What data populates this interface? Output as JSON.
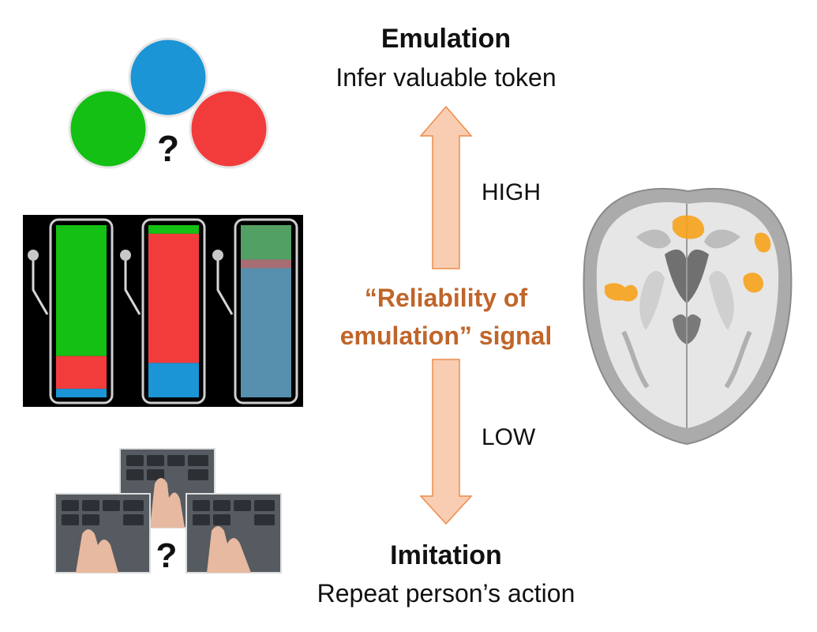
{
  "top": {
    "title": "Emulation",
    "subtitle": "Infer valuable token"
  },
  "bottom": {
    "title": "Imitation",
    "subtitle": "Repeat person’s action"
  },
  "levels": {
    "high": "HIGH",
    "low": "LOW"
  },
  "signal": {
    "line1": "“Reliability of",
    "line2": "emulation” signal"
  },
  "tokens": {
    "colors": {
      "blue": "#1b95d6",
      "green": "#13c013",
      "red": "#f23c3c"
    },
    "question_mark": "?"
  },
  "slot_machines": [
    {
      "green": 0.76,
      "red": 0.19,
      "blue": 0.05
    },
    {
      "green": 0.05,
      "red": 0.75,
      "blue": 0.2
    },
    {
      "green": 0.2,
      "red": 0.05,
      "blue": 0.75,
      "dimmed": true
    }
  ],
  "hands": {
    "question_mark": "?"
  },
  "arrow": {
    "fill": "#f9cdb2",
    "stroke": "#ee8b4a"
  },
  "signal_color": "#c0652a",
  "brain": {
    "activation_color": "#f7a21b"
  }
}
